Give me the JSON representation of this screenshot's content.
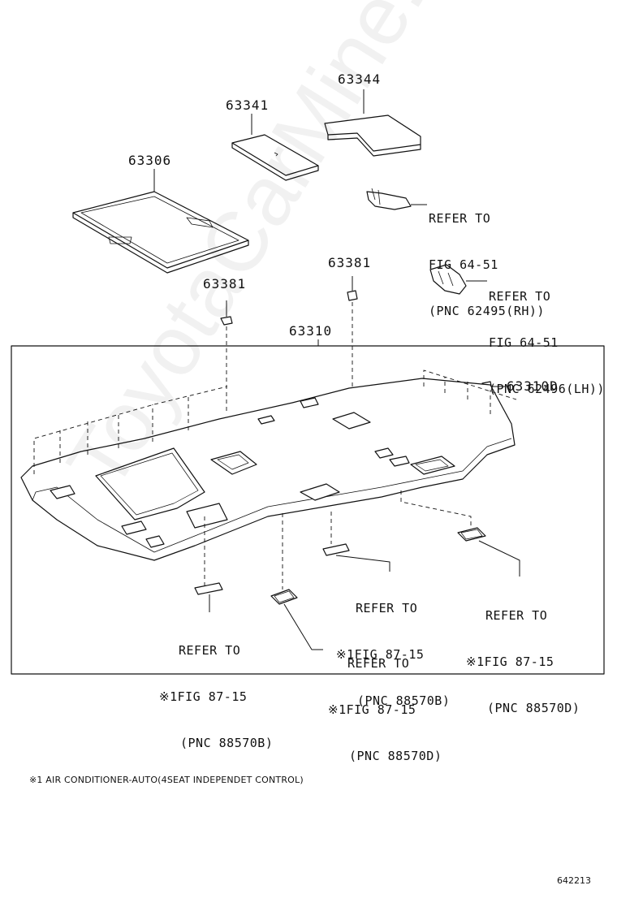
{
  "parts": {
    "p63344": "63344",
    "p63341": "63341",
    "p63306": "63306",
    "p63381_a": "63381",
    "p63381_b": "63381",
    "p63310": "63310",
    "p63310d": "63310D"
  },
  "refs": {
    "rh": {
      "l1": "REFER TO",
      "l2": "FIG 64-51",
      "l3": "(PNC 62495(RH))"
    },
    "lh": {
      "l1": "REFER TO",
      "l2": "FIG 64-51",
      "l3": "(PNC 62496(LH))"
    },
    "b_left": {
      "l1": "REFER TO",
      "l2": "※1FIG 87-15",
      "l3": "(PNC 88570B)"
    },
    "d_mid": {
      "l1": "REFER TO",
      "l2": "※1FIG 87-15",
      "l3": "(PNC 88570D)"
    },
    "b_mid": {
      "l1": "REFER TO",
      "l2": "※1FIG 87-15",
      "l3": "(PNC 88570B)"
    },
    "d_right": {
      "l1": "REFER TO",
      "l2": "※1FIG 87-15",
      "l3": "(PNC 88570D)"
    }
  },
  "footnote": "※1 AIR CONDITIONER-AUTO(4SEAT INDEPENDET CONTROL)",
  "figure_number": "642213",
  "watermark": "ToyotaCarMine.ru"
}
